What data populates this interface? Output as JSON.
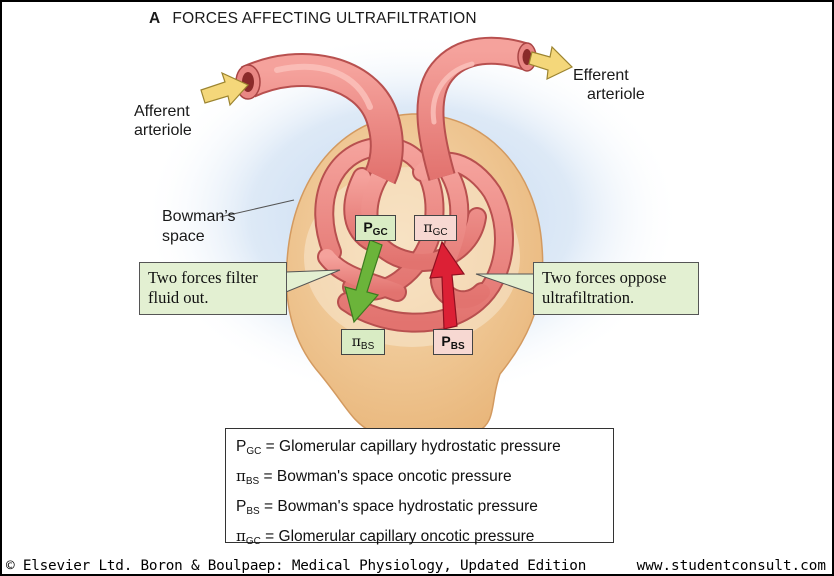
{
  "title": {
    "letter": "A",
    "text": "FORCES AFFECTING ULTRAFILTRATION"
  },
  "labels": {
    "afferent_line1": "Afferent",
    "afferent_line2": "arteriole",
    "efferent_line1": "Efferent",
    "efferent_line2": "arteriole",
    "bowman_line1": "Bowman’s",
    "bowman_line2": "space"
  },
  "callouts": {
    "filter_line1": "Two forces filter",
    "filter_line2": "fluid out.",
    "oppose_line1": "Two forces oppose",
    "oppose_line2": "ultrafiltration."
  },
  "symbols": {
    "pgc": {
      "base": "P",
      "sub": "GC"
    },
    "pigc": {
      "base": "π",
      "sub": "GC"
    },
    "pibs": {
      "base": "π",
      "sub": "BS"
    },
    "pbs": {
      "base": "P",
      "sub": "BS"
    }
  },
  "legend": [
    {
      "base": "P",
      "sub": "GC",
      "text": " = Glomerular capillary hydrostatic pressure"
    },
    {
      "base": "π",
      "sub": "BS",
      "text": " = Bowman's space oncotic pressure"
    },
    {
      "base": "P",
      "sub": "BS",
      "text": " = Bowman's space hydrostatic pressure"
    },
    {
      "base": "π",
      "sub": "GC",
      "text": " = Glomerular capillary oncotic pressure"
    }
  ],
  "footer": {
    "left": "© Elsevier Ltd. Boron & Boulpaep: Medical Physiology, Updated Edition",
    "right": "www.studentconsult.com"
  },
  "colors": {
    "capsule": "#f1c690",
    "vessel": "#ef8a86",
    "vessel_dark": "#b24a4a",
    "glow": "#c9dcf2",
    "filter_arrow": "#6bb43a",
    "oppose_arrow": "#dc2035",
    "flow_arrow": "#f4d77a",
    "callout_bg": "#e3f0d2"
  }
}
